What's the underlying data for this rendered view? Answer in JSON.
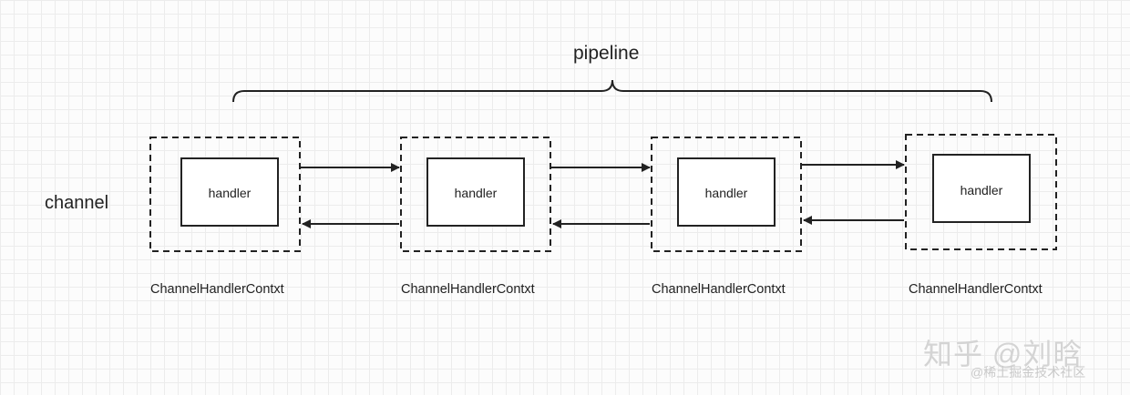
{
  "pipeline_label": "pipeline",
  "channel_label": "channel",
  "contexts": [
    {
      "label": "ChannelHandlerContxt",
      "handler": "handler"
    },
    {
      "label": "ChannelHandlerContxt",
      "handler": "handler"
    },
    {
      "label": "ChannelHandlerContxt",
      "handler": "handler"
    },
    {
      "label": "ChannelHandlerContxt",
      "handler": "handler"
    }
  ],
  "watermark": {
    "main": "知乎 @刘晗",
    "sub": "@稀土掘金技术社区"
  },
  "colors": {
    "stroke": "#222222",
    "grid": "#ececec",
    "background": "#fcfcfc"
  }
}
